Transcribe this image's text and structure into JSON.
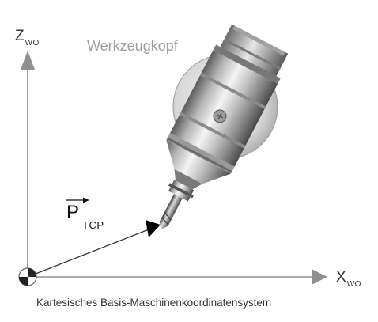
{
  "axes": {
    "z": {
      "letter": "Z",
      "subscript": "WO"
    },
    "x": {
      "letter": "X",
      "subscript": "WO"
    }
  },
  "tool_head": {
    "label": "Werkzeugkopf"
  },
  "position_vector": {
    "symbol": "P",
    "subscript": "TCP"
  },
  "caption": "Kartesisches Basis-Maschinenkoordinatensystem",
  "colors": {
    "axis": "#8f8f8f",
    "vector": "#333333",
    "arrowhead": "#000000",
    "label_gray": "#9e9e9e",
    "metal": "#b8b8b8"
  }
}
